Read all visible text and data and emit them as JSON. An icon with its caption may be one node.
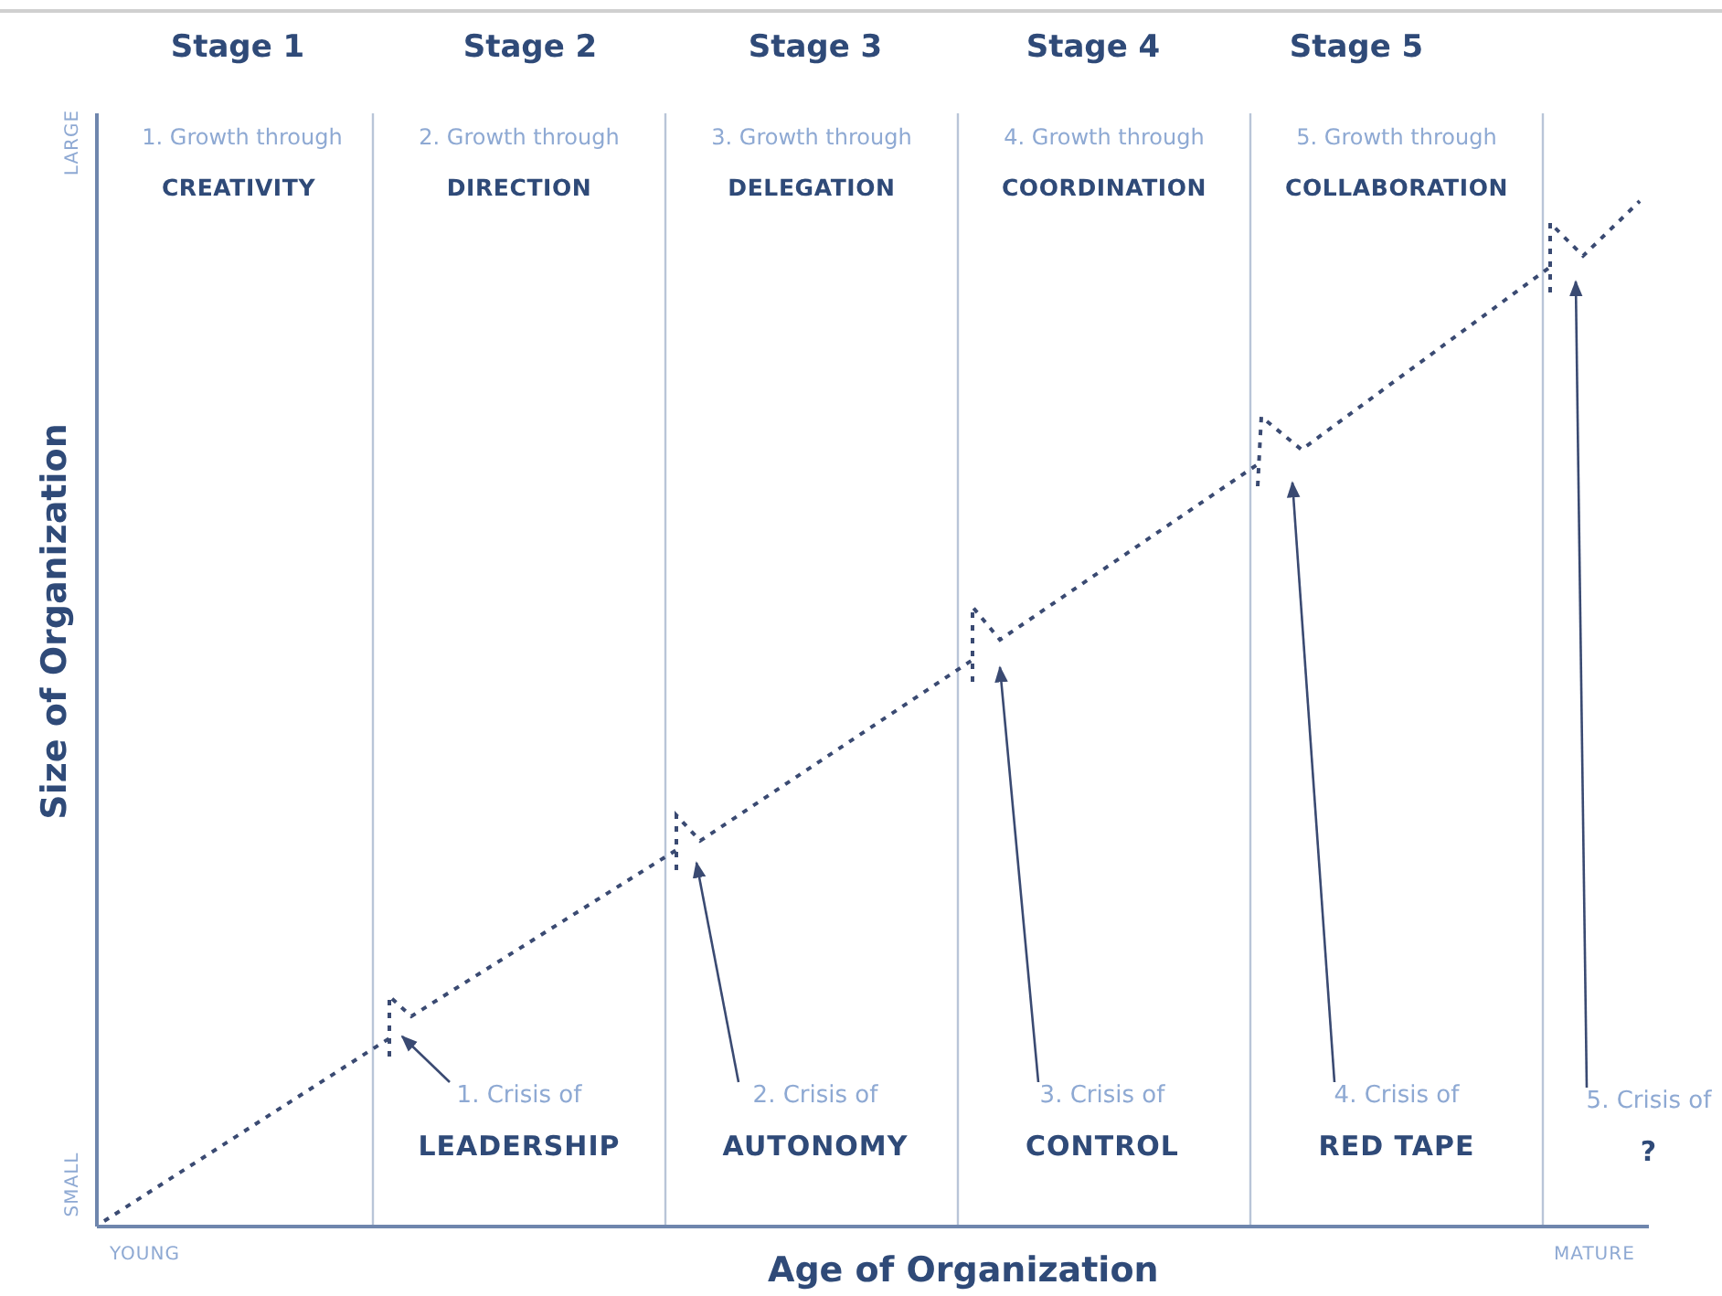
{
  "diagram": {
    "nodes": [
      {
        "text": [
          "1. Crisis of",
          "LEADERSHIP"
        ]
      },
      {
        "text": [
          "2. Crisis of",
          "AUTONOMY"
        ]
      },
      {
        "text": [
          "3. Crisis of",
          "CONTROL"
        ]
      },
      {
        "text": [
          "4. Crisis of",
          "RED TAPE"
        ]
      },
      {
        "text": [
          "5. Crisis of",
          "?"
        ]
      }
    ],
    "edges": [
      {
        "from": 0,
        "to": null,
        "arrow": "to"
      },
      {
        "from": 1,
        "to": null,
        "arrow": "to"
      },
      {
        "from": 2,
        "to": null,
        "arrow": "to"
      },
      {
        "from": 3,
        "to": null,
        "arrow": "to"
      },
      {
        "from": 4,
        "to": null,
        "arrow": "to"
      }
    ],
    "labels": [
      "Stage 1",
      "Stage 2",
      "Stage 3",
      "Stage 4",
      "Stage 5",
      "LARGE",
      "1. Growth through",
      "CREATIVITY",
      "2. Growth through",
      "DIRECTION",
      "3. Growth through",
      "DELEGATION",
      "4. Growth through",
      "COORDINATION",
      "5. Growth through",
      "COLLABORATION",
      "Size of Organization",
      "SMALL",
      "YOUNG",
      "Age of Organization",
      "MATURE"
    ]
  }
}
